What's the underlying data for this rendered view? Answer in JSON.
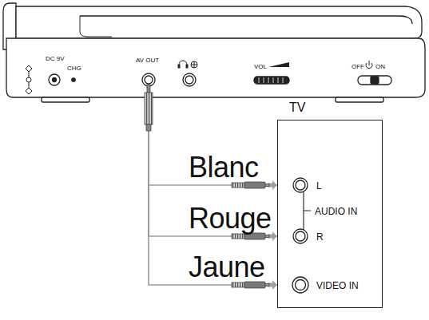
{
  "diagram": {
    "nodes": [
      {
        "text": [
          "DC 9V",
          "CHG",
          "AV OUT",
          "VOL",
          "OFF",
          "ON"
        ]
      },
      {
        "text": [
          "TV",
          "L",
          "AUDIO IN",
          "R",
          "VIDEO IN"
        ]
      }
    ],
    "edges": [
      {
        "from": 0,
        "to": 1,
        "arrow": "to",
        "label": "Blanc"
      },
      {
        "from": 0,
        "to": 1,
        "arrow": "to",
        "label": "Rouge"
      },
      {
        "from": 0,
        "to": 1,
        "arrow": "to",
        "label": "Jaune"
      }
    ]
  }
}
